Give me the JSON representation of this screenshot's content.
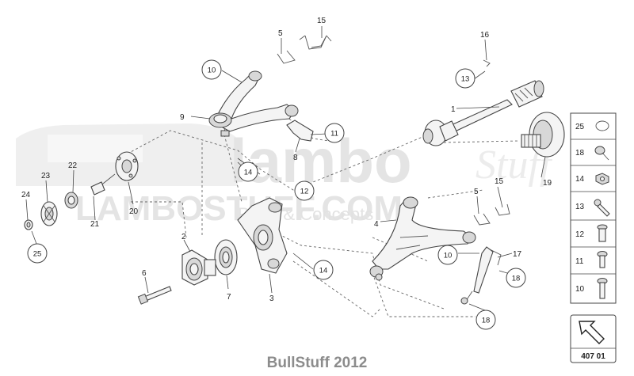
{
  "diagram": {
    "labels": {
      "l1": "1",
      "l2": "2",
      "l3": "3",
      "l4": "4",
      "l5a": "5",
      "l5b": "5",
      "l6": "6",
      "l7": "7",
      "l8": "8",
      "l9": "9",
      "l15a": "15",
      "l15b": "15",
      "l16": "16",
      "l17": "17",
      "l19": "19",
      "l20": "20",
      "l21": "21",
      "l22": "22",
      "l23": "23",
      "l24": "24"
    },
    "circled": {
      "c10a": "10",
      "c10b": "10",
      "c11": "11",
      "c12": "12",
      "c13": "13",
      "c14a": "14",
      "c14b": "14",
      "c18a": "18",
      "c18b": "18",
      "c25": "25"
    },
    "legend": {
      "items": [
        "25",
        "18",
        "14",
        "13",
        "12",
        "11",
        "10"
      ],
      "page_ref": "407 01"
    },
    "watermark": {
      "brand": "lambo",
      "brand_script": "Stuff",
      "site": "LAMBOSTUFF.COM",
      "tagline": "Parts & Concepts"
    }
  },
  "footer": {
    "text": "BullStuff 2012"
  },
  "colors": {
    "line": "#444444",
    "watermark": "#e4e4e4",
    "footer": "#8c8c8c"
  }
}
